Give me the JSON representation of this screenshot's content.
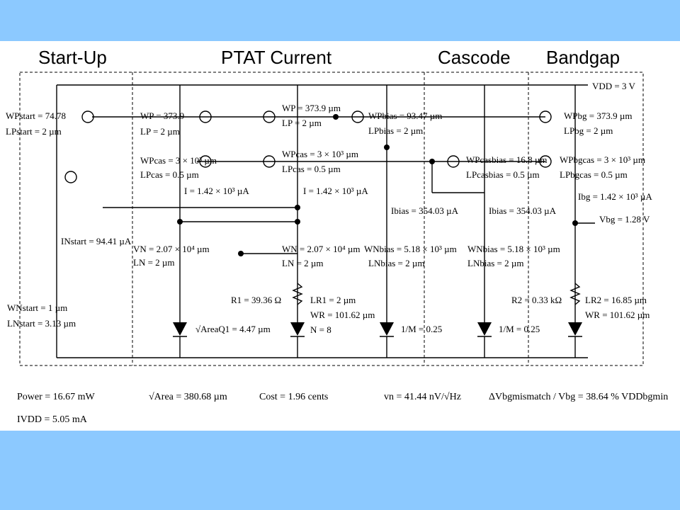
{
  "sections": [
    "Start-Up",
    "PTAT Current",
    "Cascode",
    "Bandgap"
  ],
  "labels": {
    "vdd": "VDD = 3 V",
    "wpstart": "WPstart = 74.78",
    "lpstart": "LPstart = 2 µm",
    "wp": "WP = 373.9",
    "lp": "LP = 2 µm",
    "wp2": "WP = 373.9 µm",
    "lp2": "LP = 2 µm",
    "wpbias": "WPbias = 93.47 µm",
    "lpbias": "LPbias = 2 µm",
    "wpbg": "WPbg = 373.9 µm",
    "lpbg": "LPbg = 2 µm",
    "wpcas": "WPcas = 3 × 10³ µm",
    "lpcas": "LPcas = 0.5 µm",
    "wpcas2": "WPcas = 3 × 10³ µm",
    "lpcas2": "LPcas = 0.5 µm",
    "wpcasbias": "WPcasbias = 16.8 µm",
    "lpcasbias": "LPcasbias = 0.5 µm",
    "wpbgcas": "WPbgcas = 3 × 10³ µm",
    "lpbgcas": "LPbgcas = 0.5 µm",
    "i1": "I = 1.42 × 10³ µA",
    "i2": "I = 1.42 × 10³ µA",
    "ibias1": "Ibias = 354.03 µA",
    "ibias2": "Ibias = 354.03 µA",
    "ibg": "Ibg = 1.42 × 10³ µA",
    "vbg": "Vbg = 1.28 V",
    "inzstart": "INstart = 94.41 µA",
    "wn": "VN = 2.07 × 10⁴ µm",
    "ln": "LN = 2 µm",
    "wn2": "WN = 2.07 × 10⁴ µm",
    "ln2": "LN = 2 µm",
    "wnbias": "WNbias = 5.18 × 10³ µm",
    "lnbias": "LNbias = 2 µm",
    "wnbias2": "WNbias = 5.18 × 10³ µm",
    "lnbias2": "LNbias = 2 µm",
    "r1": "R1 = 39.36 Ω",
    "lr1": "LR1 = 2 µm",
    "wr1": "WR = 101.62 µm",
    "n": "N = 8",
    "r2": "R2 = 0.33 kΩ",
    "lr2": "LR2 = 16.85 µm",
    "wr2": "WR = 101.62 µm",
    "wnstart": "WNstart = 1 µm",
    "lnstart": "LNstart = 3.13 µm",
    "areaq1": "√AreaQ1 = 4.47 µm",
    "m1": "1/M = 0.25",
    "m2": "1/M = 0.25"
  },
  "footer": {
    "power": "Power = 16.67 mW",
    "ivdd": "IVDD = 5.05 mA",
    "area": "√Area = 380.68 µm",
    "cost": "Cost = 1.96 cents",
    "vn": "vn = 41.44 nV/√Hz",
    "mismatch": "ΔVbgmismatch / Vbg = 38.64 % VDDbgmin"
  }
}
